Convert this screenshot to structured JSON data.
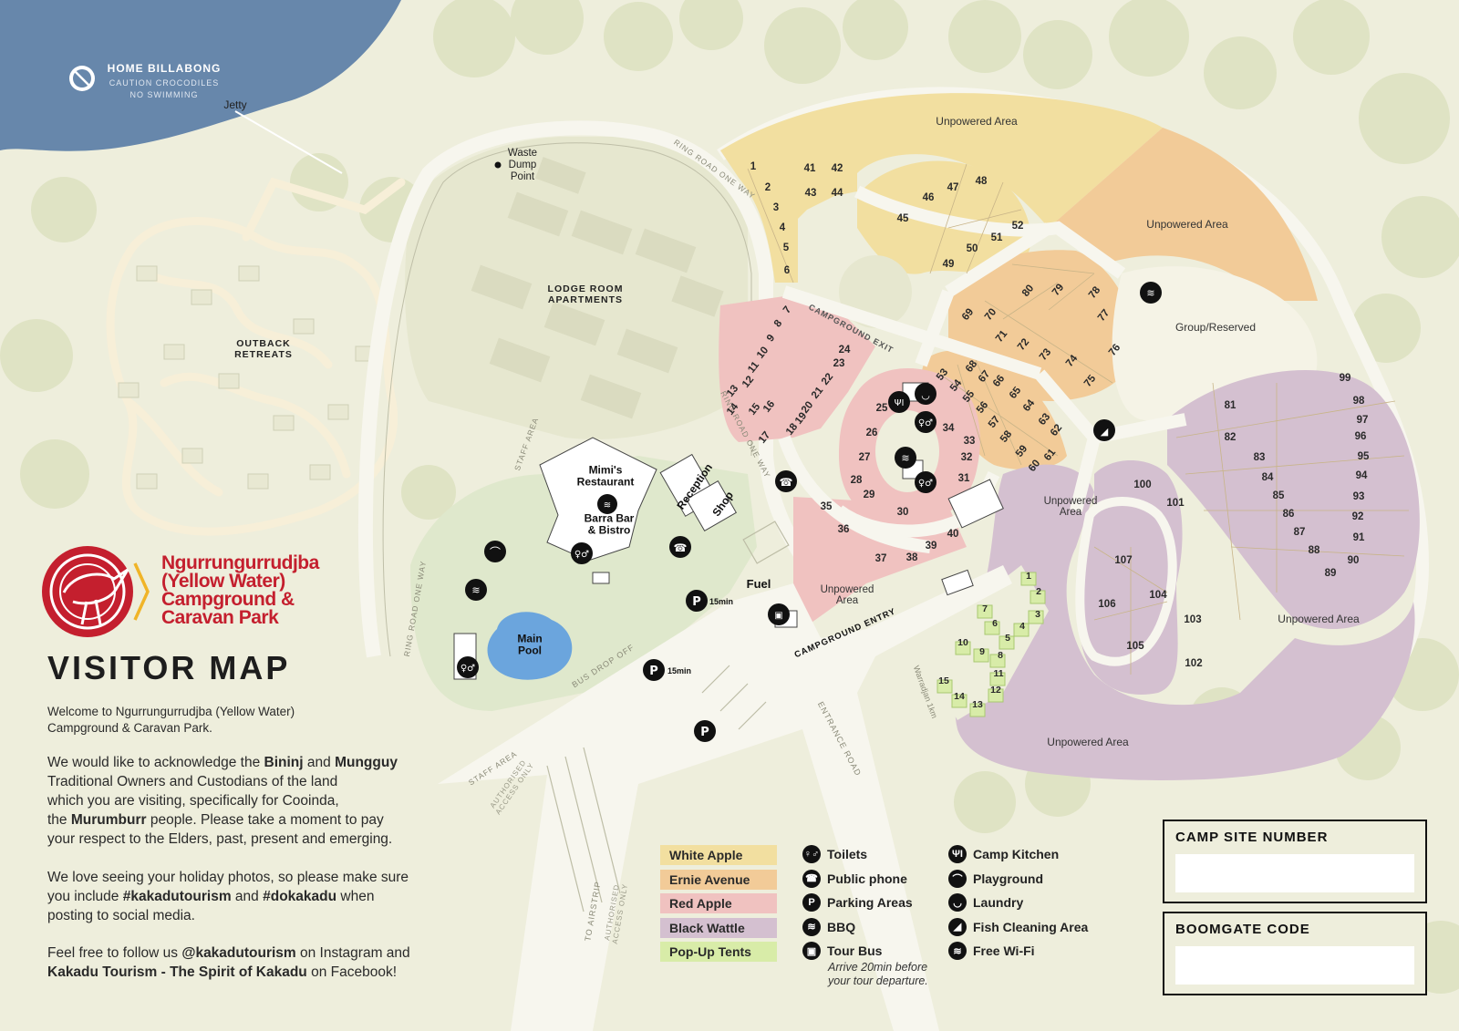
{
  "water": {
    "name": "HOME BILLABONG",
    "warning1": "CAUTION CROCODILES",
    "warning2": "NO SWIMMING",
    "jetty": "Jetty"
  },
  "places": {
    "waste": [
      "Waste",
      "Dump",
      "Point"
    ],
    "lodge": [
      "LODGE ROOM",
      "APARTMENTS"
    ],
    "retreats": [
      "OUTBACK",
      "RETREATS"
    ],
    "restaurant": [
      "Mimi's",
      "Restaurant"
    ],
    "barra": [
      "Barra Bar",
      "& Bistro"
    ],
    "reception": "Reception",
    "shop": "Shop",
    "pool": [
      "Main",
      "Pool"
    ],
    "fuel": "Fuel",
    "group": "Group/Reserved"
  },
  "areas": {
    "unpowered_top": "Unpowered Area",
    "unpowered_right": "Unpowered Area",
    "unpowered_center": [
      "Unpowered",
      "Area"
    ],
    "unpowered_mid": [
      "Unpowered",
      "Area"
    ],
    "unpowered_lower_right": "Unpowered Area",
    "unpowered_bottom": "Unpowered Area"
  },
  "roads": {
    "ring_top": "RING ROAD ONE WAY",
    "ring_mid": "RING ROAD ONE WAY",
    "ring_left": "RING ROAD ONE WAY",
    "campground_exit": "CAMPGROUND EXIT",
    "campground_entry": "CAMPGROUND ENTRY",
    "entrance": "ENTRANCE ROAD",
    "bus_drop": "BUS DROP OFF",
    "staff1": "STAFF AREA",
    "staff2": "STAFF AREA",
    "authorised1": [
      "AUTHORISED",
      "ACCESS ONLY"
    ],
    "authorised2": [
      "AUTHORISED",
      "ACCESS ONLY"
    ],
    "airstrip": "TO AIRSTRIP",
    "warradjan": "Warradjan 1km",
    "p15a": "15min",
    "p15b": "15min"
  },
  "sites": {
    "white_apple": [
      "1",
      "2",
      "3",
      "4",
      "5",
      "6",
      "41",
      "42",
      "43",
      "44",
      "45",
      "46",
      "47",
      "48",
      "49",
      "50",
      "51",
      "52"
    ],
    "ernie_avenue": [
      "53",
      "54",
      "55",
      "56",
      "57",
      "58",
      "59",
      "60",
      "61",
      "62",
      "63",
      "64",
      "65",
      "66",
      "67",
      "68",
      "69",
      "70",
      "71",
      "72",
      "73",
      "74",
      "75",
      "76",
      "77",
      "78",
      "79",
      "80"
    ],
    "red_apple": [
      "7",
      "8",
      "9",
      "10",
      "11",
      "12",
      "13",
      "14",
      "15",
      "16",
      "17",
      "18",
      "19",
      "20",
      "21",
      "22",
      "23",
      "24",
      "25",
      "26",
      "27",
      "28",
      "29",
      "30",
      "31",
      "32",
      "33",
      "34",
      "35",
      "36",
      "37",
      "38",
      "39",
      "40"
    ],
    "black_wattle": [
      "81",
      "82",
      "83",
      "84",
      "85",
      "86",
      "87",
      "88",
      "89",
      "90",
      "91",
      "92",
      "93",
      "94",
      "95",
      "96",
      "97",
      "98",
      "99",
      "100",
      "101",
      "102",
      "103",
      "104",
      "105",
      "106",
      "107"
    ],
    "pop_up": [
      "1",
      "2",
      "3",
      "4",
      "5",
      "6",
      "7",
      "8",
      "9",
      "10",
      "11",
      "12",
      "13",
      "14",
      "15"
    ]
  },
  "brand": {
    "line1": "Ngurrungurrudjba",
    "line2": "(Yellow Water)",
    "line3": "Campground &",
    "line4": "Caravan Park",
    "title": "VISITOR MAP",
    "welcome1": "Welcome to Ngurrungurrudjba (Yellow Water)",
    "welcome2": "Campground & Caravan Park.",
    "ack_a": "We would like to acknowledge the ",
    "ack_bininj": "Bininj",
    "ack_b": " and ",
    "ack_mungguy": "Mungguy",
    "ack_c": "Traditional Owners and Custodians of the land",
    "ack_d": "which you are visiting, specifically for Cooinda,",
    "ack_e": "the ",
    "ack_murumburr": "Murumburr",
    "ack_f": " people. Please take a moment to pay",
    "ack_g": "your respect to the Elders, past, present and emerging.",
    "photo_a": "We love seeing your holiday photos, so please make sure",
    "photo_b": "you include ",
    "photo_tag1": "#kakadutourism",
    "photo_c": " and ",
    "photo_tag2": "#dokakadu",
    "photo_d": " when",
    "photo_e": "posting to social media.",
    "follow_a": "Feel free to follow us ",
    "follow_handle": "@kakadutourism",
    "follow_b": " on Instagram and",
    "follow_fb": "Kakadu Tourism - The Spirit of Kakadu",
    "follow_c": " on Facebook!"
  },
  "legend": {
    "swatches": [
      {
        "label": "White Apple",
        "color": "#f2dfa0"
      },
      {
        "label": "Ernie Avenue",
        "color": "#f2cb98"
      },
      {
        "label": "Red Apple",
        "color": "#f0c2c0"
      },
      {
        "label": "Black Wattle",
        "color": "#d4c0d0"
      },
      {
        "label": "Pop-Up Tents",
        "color": "#d8eca8"
      }
    ],
    "icons": [
      {
        "label": "Toilets",
        "icon": "toilets-icon",
        "glyph": "♀♂"
      },
      {
        "label": "Public phone",
        "icon": "phone-icon",
        "glyph": "☎"
      },
      {
        "label": "Parking Areas",
        "icon": "parking-icon",
        "glyph": "P"
      },
      {
        "label": "BBQ",
        "icon": "bbq-icon",
        "glyph": "≋"
      },
      {
        "label": "Tour Bus",
        "icon": "bus-icon",
        "glyph": "▣"
      },
      {
        "label": "Camp Kitchen",
        "icon": "camp-kitchen-icon",
        "glyph": "ΨΙ"
      },
      {
        "label": "Playground",
        "icon": "playground-icon",
        "glyph": "⌒"
      },
      {
        "label": "Laundry",
        "icon": "laundry-icon",
        "glyph": "◡"
      },
      {
        "label": "Fish Cleaning Area",
        "icon": "fish-cleaning-icon",
        "glyph": "◢"
      },
      {
        "label": "Free Wi-Fi",
        "icon": "wifi-icon",
        "glyph": "≋"
      }
    ],
    "bus_note1": "Arrive 20min before",
    "bus_note2": "your tour departure."
  },
  "forms": {
    "site_label": "CAMP SITE NUMBER",
    "site_value": "",
    "code_label": "BOOMGATE CODE",
    "code_value": ""
  },
  "colors": {
    "background": "#eeeedc",
    "water": "#6787ab",
    "white_apple": "#f2dfa0",
    "ernie_avenue": "#f2cb98",
    "red_apple": "#f0c2c0",
    "black_wattle": "#d4c0d0",
    "pop_up": "#d8eca8",
    "brand_red": "#c41f2e",
    "brand_gold": "#f0b428"
  }
}
